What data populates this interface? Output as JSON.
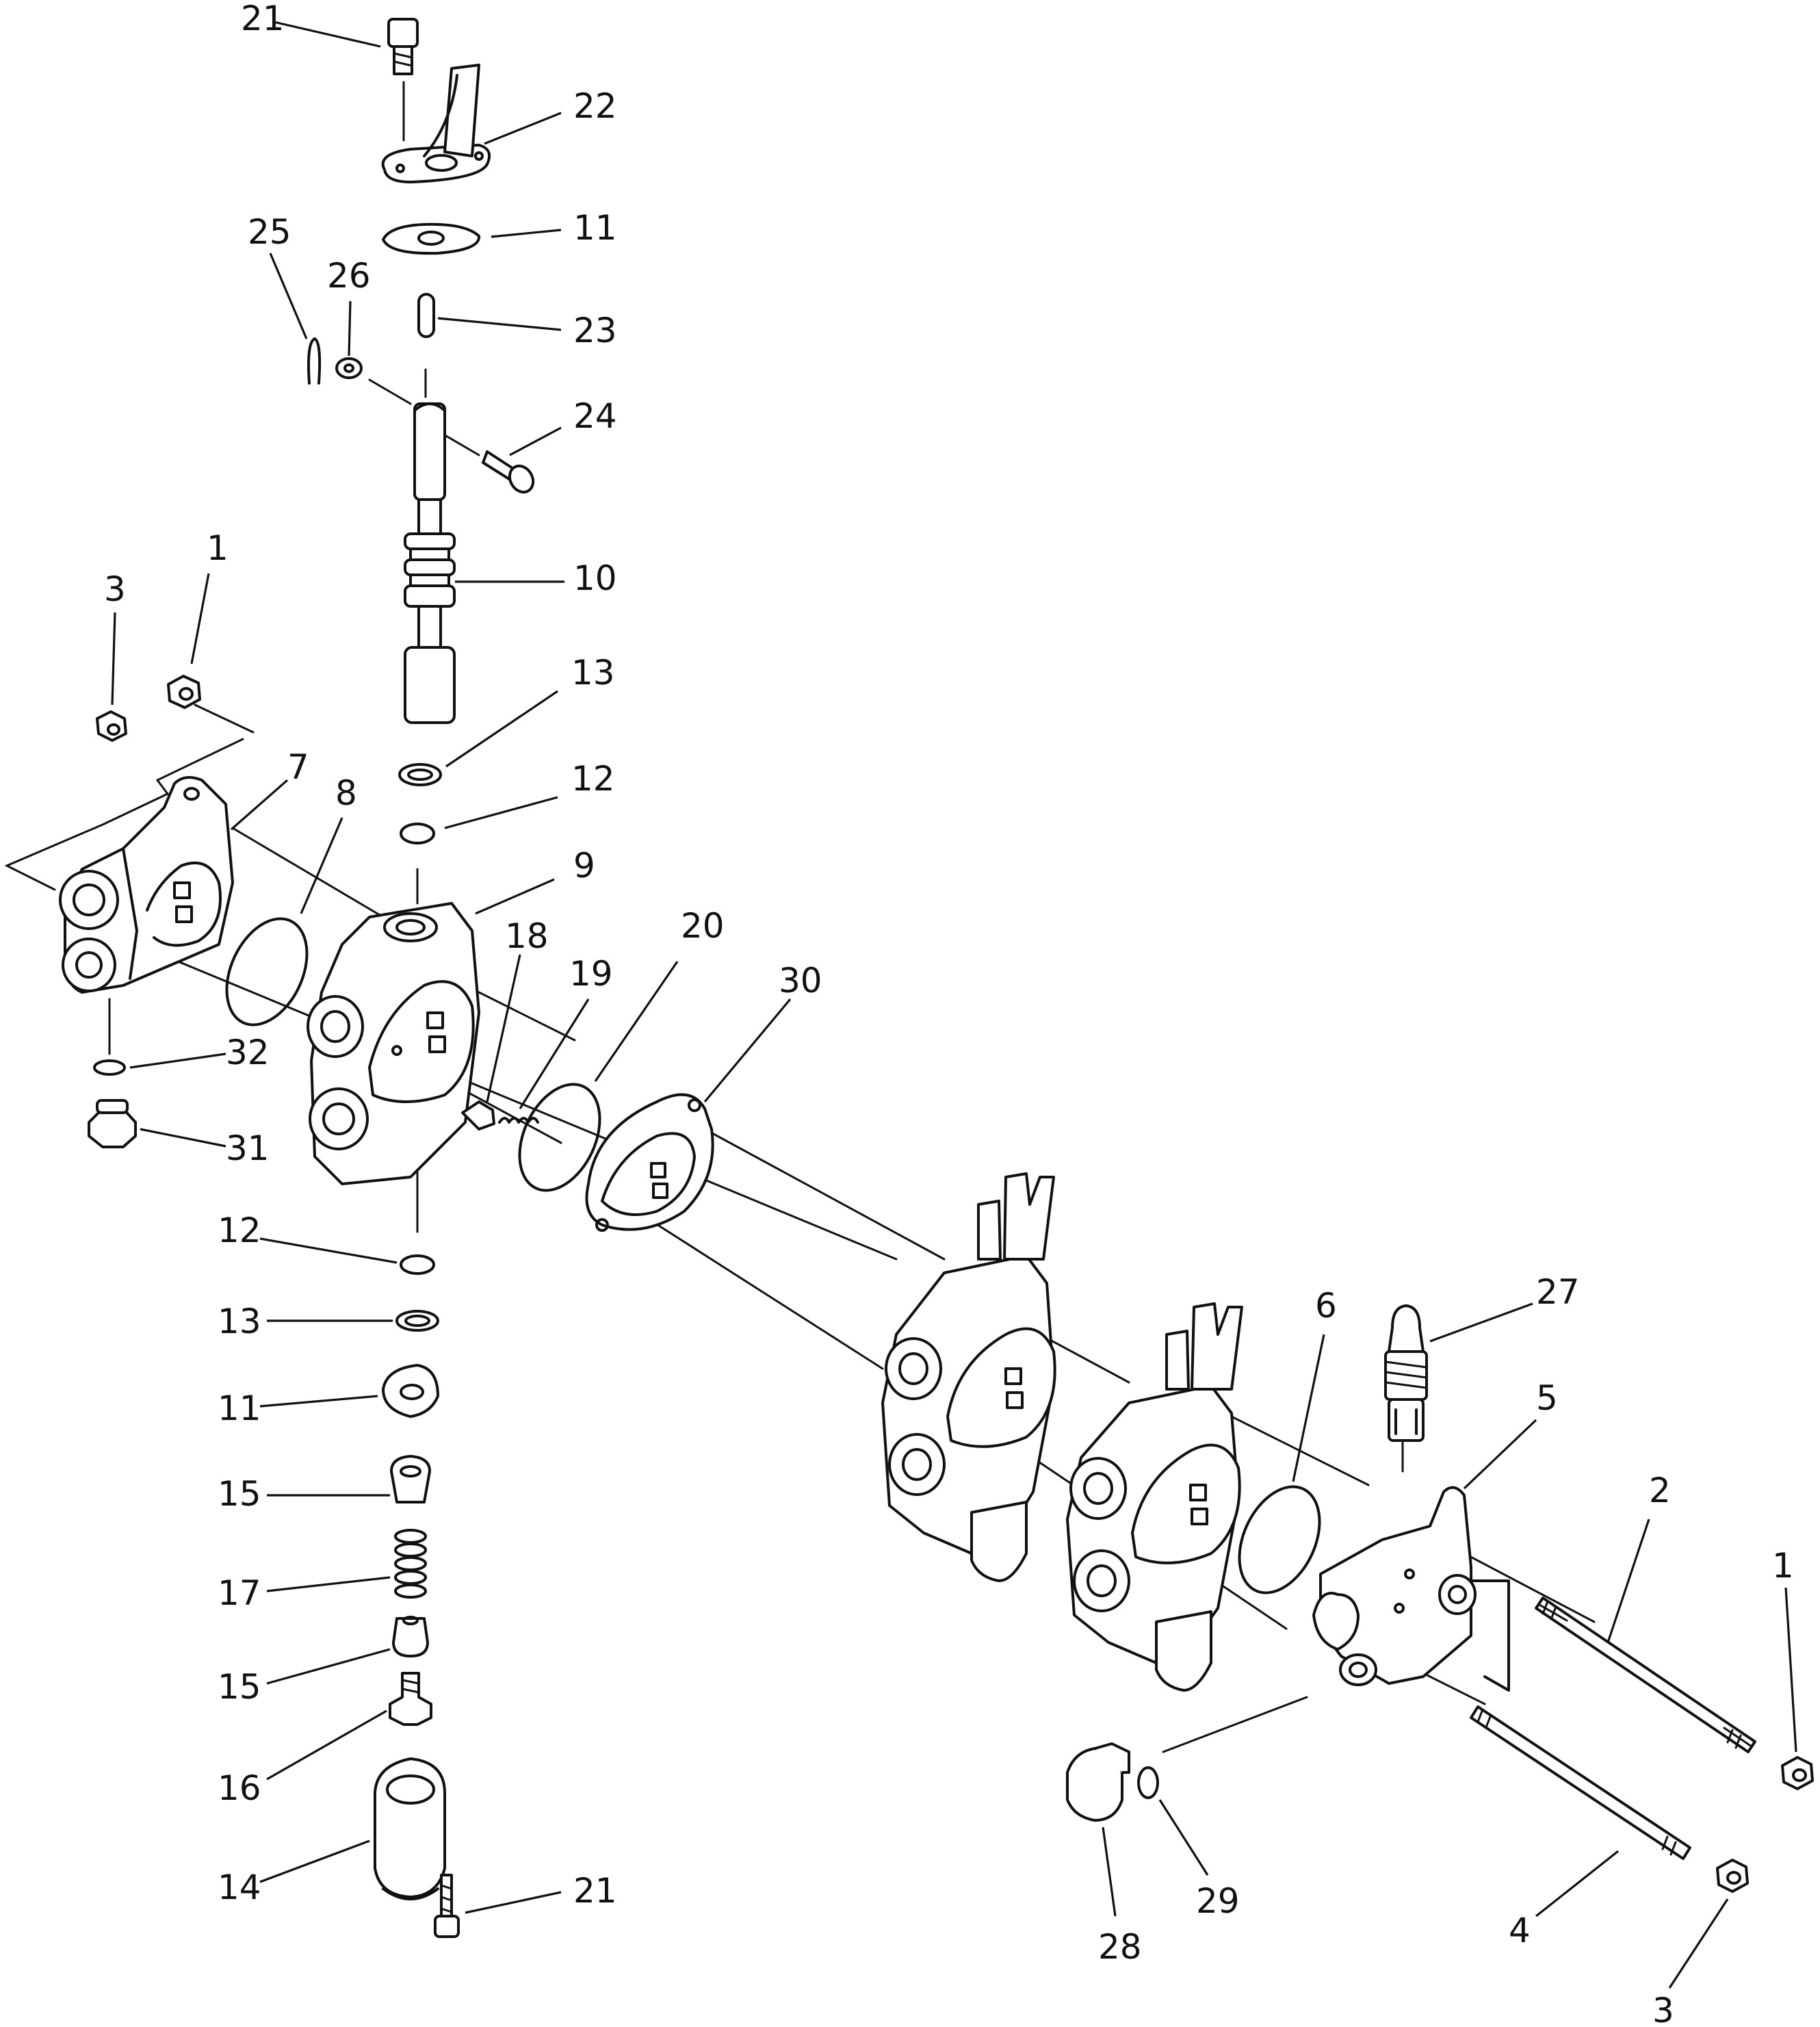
{
  "callouts": [
    {
      "id": "c21a",
      "text": "21"
    },
    {
      "id": "c22",
      "text": "22"
    },
    {
      "id": "c11a",
      "text": "11"
    },
    {
      "id": "c25",
      "text": "25"
    },
    {
      "id": "c26",
      "text": "26"
    },
    {
      "id": "c23",
      "text": "23"
    },
    {
      "id": "c24",
      "text": "24"
    },
    {
      "id": "c10",
      "text": "10"
    },
    {
      "id": "c1a",
      "text": "1"
    },
    {
      "id": "c3a",
      "text": "3"
    },
    {
      "id": "c13a",
      "text": "13"
    },
    {
      "id": "c12a",
      "text": "12"
    },
    {
      "id": "c7",
      "text": "7"
    },
    {
      "id": "c8",
      "text": "8"
    },
    {
      "id": "c9",
      "text": "9"
    },
    {
      "id": "c18",
      "text": "18"
    },
    {
      "id": "c19",
      "text": "19"
    },
    {
      "id": "c20",
      "text": "20"
    },
    {
      "id": "c30",
      "text": "30"
    },
    {
      "id": "c32",
      "text": "32"
    },
    {
      "id": "c31",
      "text": "31"
    },
    {
      "id": "c12b",
      "text": "12"
    },
    {
      "id": "c13b",
      "text": "13"
    },
    {
      "id": "c11b",
      "text": "11"
    },
    {
      "id": "c15a",
      "text": "15"
    },
    {
      "id": "c17",
      "text": "17"
    },
    {
      "id": "c15b",
      "text": "15"
    },
    {
      "id": "c16",
      "text": "16"
    },
    {
      "id": "c14",
      "text": "14"
    },
    {
      "id": "c21b",
      "text": "21"
    },
    {
      "id": "c27",
      "text": "27"
    },
    {
      "id": "c6",
      "text": "6"
    },
    {
      "id": "c5",
      "text": "5"
    },
    {
      "id": "c2",
      "text": "2"
    },
    {
      "id": "c1b",
      "text": "1"
    },
    {
      "id": "c28",
      "text": "28"
    },
    {
      "id": "c29",
      "text": "29"
    },
    {
      "id": "c4",
      "text": "4"
    },
    {
      "id": "c3b",
      "text": "3"
    }
  ]
}
